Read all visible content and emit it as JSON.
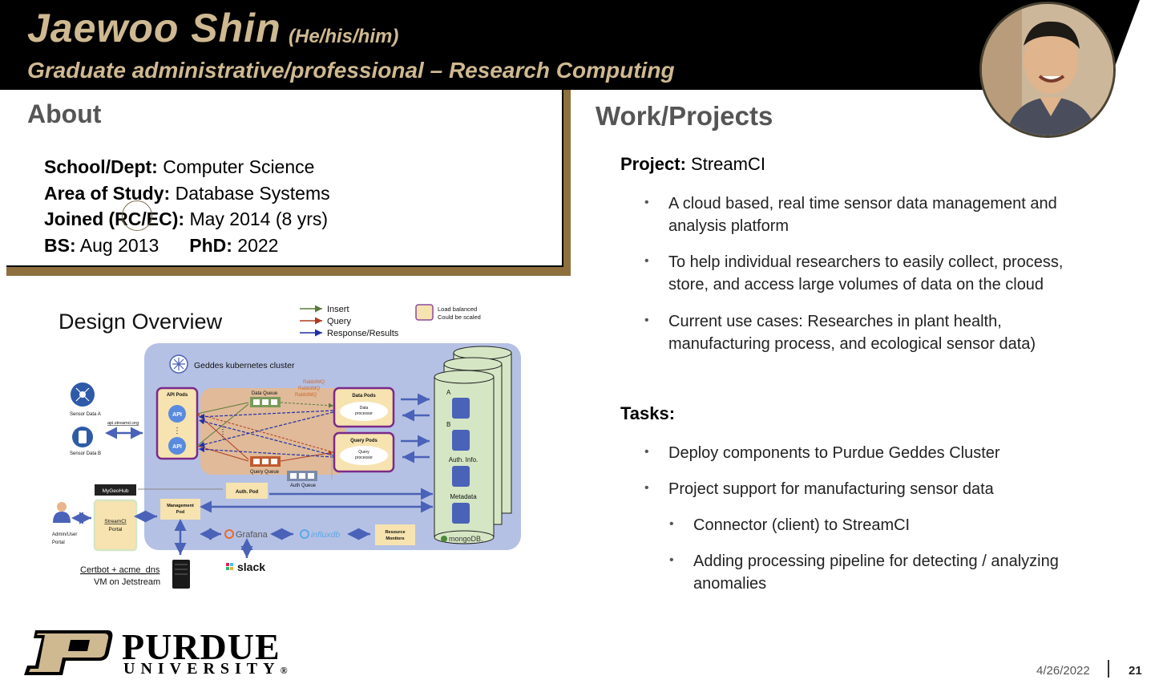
{
  "header": {
    "name": "Jaewoo Shin",
    "pronouns": "(He/his/him)",
    "role": "Graduate administrative/professional – Research Computing"
  },
  "about": {
    "title": "About",
    "school_label": "School/Dept:",
    "school_value": "Computer Science",
    "area_label": "Area of Study:",
    "area_value": "Database Systems",
    "joined_label": "Joined (RC/EC):",
    "joined_value": "May 2014 (8 yrs)",
    "bs_label": "BS:",
    "bs_value": "Aug 2013",
    "phd_label": "PhD:",
    "phd_value": "2022"
  },
  "design": {
    "title": "Design Overview",
    "legend": {
      "insert": "Insert",
      "query": "Query",
      "response": "Response/Results",
      "load_balanced_1": "Load balanced",
      "load_balanced_2": "Could be scaled"
    },
    "cluster_label": "Geddes kubernetes cluster",
    "sensor_a": "Sensor Data  A",
    "sensor_b": "Sensor Data  B",
    "api_url": "api.streamci.org",
    "api_pods": "API Pods",
    "api_icon": "API",
    "data_queue": "Data Queue",
    "query_queue": "Query Queue",
    "auth_queue": "Auth Queue",
    "rabbitmq": "RabbitMQ",
    "data_pods": "Data Pods",
    "data_processor_1": "Data",
    "data_processor_2": "processor",
    "query_pods": "Query Pods",
    "query_processor_1": "Query",
    "query_processor_2": "processor",
    "auth_pod": "Auth. Pod",
    "mygeohub": "MyGeoHub",
    "management_pod_1": "Management",
    "management_pod_2": "Pod",
    "streamci_portal_1": "StreamCI",
    "streamci_portal_2": "Portal",
    "admin_1": "Admin/User",
    "admin_2": "Portal",
    "grafana": "Grafana",
    "influxdb": "influxdb",
    "resource_monitors_1": "Resource",
    "resource_monitors_2": "Monitors",
    "db_a": "A",
    "db_b": "B",
    "db_auth": "Auth. Info.",
    "db_metadata": "Metadata",
    "mongodb": "mongoDB.",
    "certbot": "Certbot + acme_dns",
    "vm": "VM on Jetstream",
    "slack": "slack"
  },
  "work": {
    "title": "Work/Projects",
    "project_label": "Project:",
    "project_value": "StreamCI",
    "bullets": [
      [
        "A cloud based, real time sensor data management and",
        "analysis platform"
      ],
      [
        "To help individual researchers to easily collect, process,",
        "store, and access large volumes of data on the cloud"
      ],
      [
        "Current use cases: Researches in plant health,",
        "manufacturing process, and ecological sensor data)"
      ]
    ],
    "tasks_title": "Tasks:",
    "tasks": [
      [
        "Deploy components to Purdue Geddes Cluster"
      ],
      [
        "Project support for manufacturing sensor data"
      ]
    ],
    "subtasks": [
      [
        "Connector (client) to StreamCI"
      ],
      [
        "Adding processing pipeline for detecting / analyzing",
        "anomalies"
      ]
    ]
  },
  "footer": {
    "date": "4/26/2022",
    "page": "21",
    "purdue": "PURDUE",
    "university": "UNIVERSITY",
    "registered": "®"
  },
  "colors": {
    "gold": "#cfb991",
    "black": "#000000",
    "frame": "#8e6f3e"
  }
}
